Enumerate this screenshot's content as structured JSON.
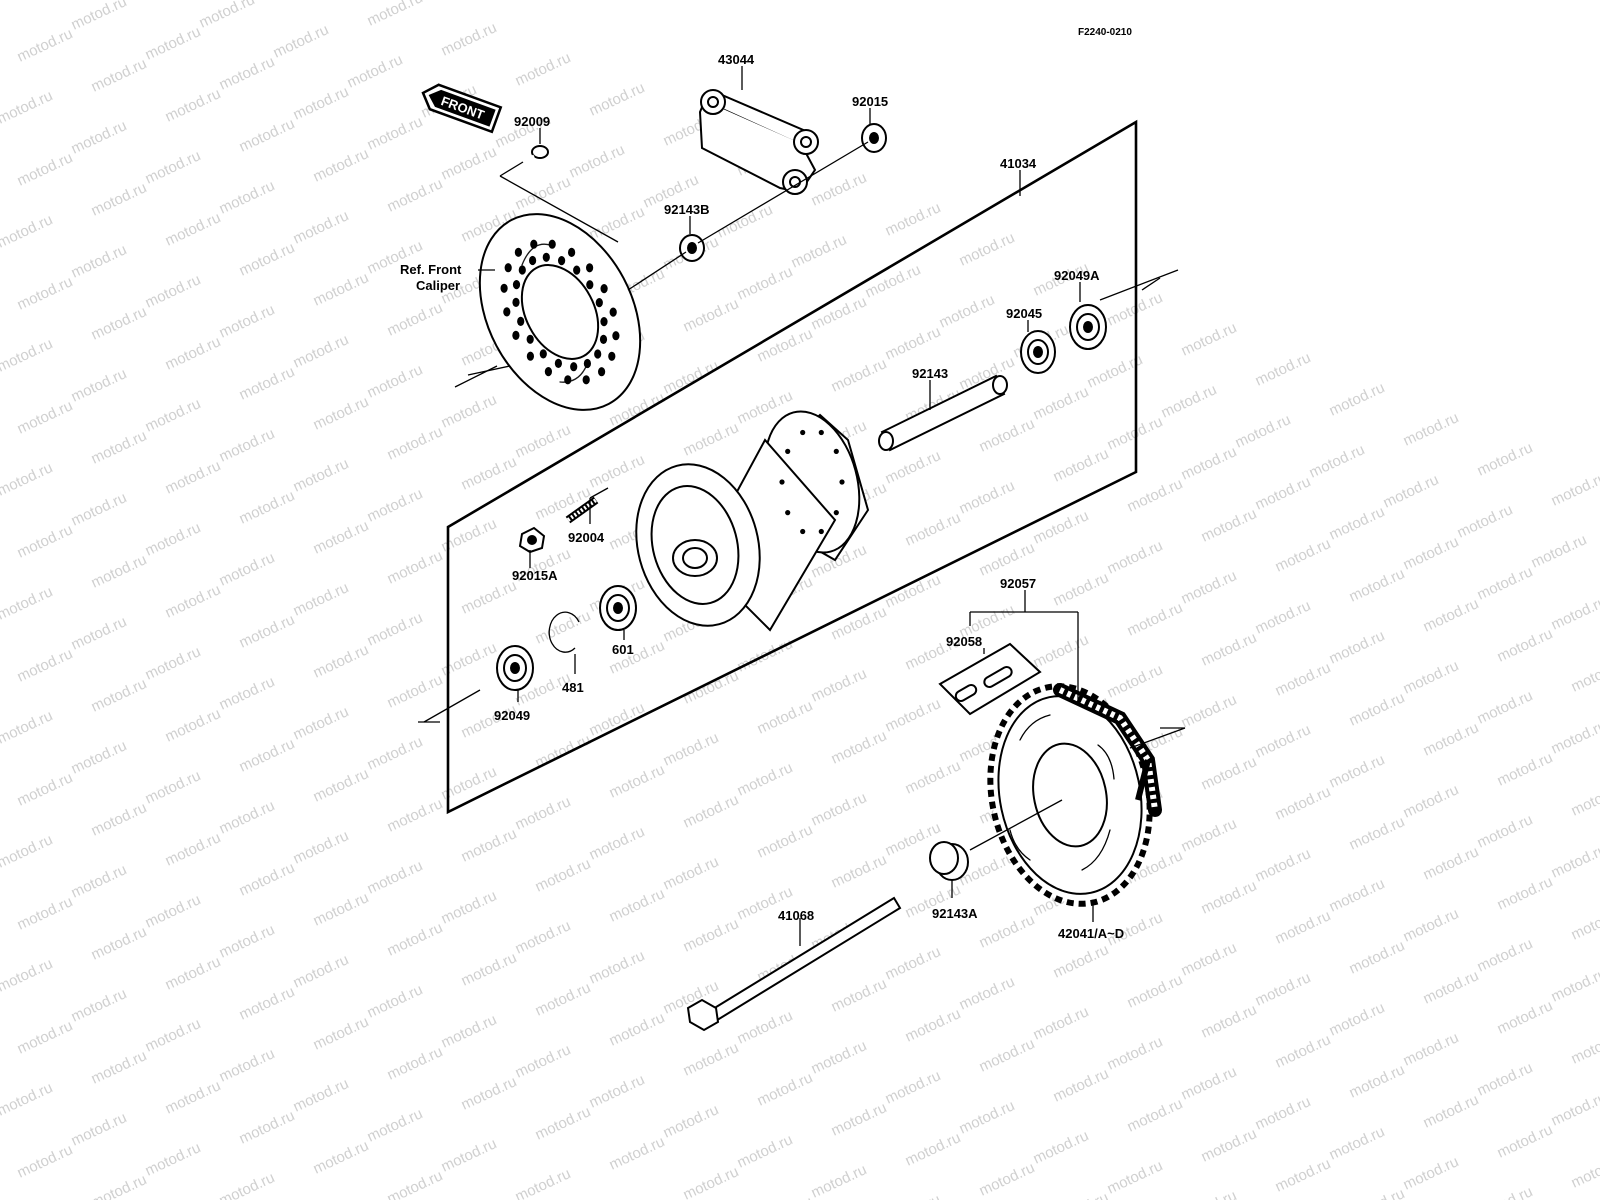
{
  "drawing_code": "F2240-0210",
  "front_label": "FRONT",
  "watermark_text": "motod.ru",
  "parts": [
    {
      "id": "43044",
      "label": "43044"
    },
    {
      "id": "92015",
      "label": "92015"
    },
    {
      "id": "92009",
      "label": "92009"
    },
    {
      "id": "92143B",
      "label": "92143B"
    },
    {
      "id": "41034",
      "label": "41034"
    },
    {
      "id": "ref-front-caliper-1",
      "label": "Ref. Front"
    },
    {
      "id": "ref-front-caliper-2",
      "label": "Caliper"
    },
    {
      "id": "92049A",
      "label": "92049A"
    },
    {
      "id": "92045",
      "label": "92045"
    },
    {
      "id": "92143",
      "label": "92143"
    },
    {
      "id": "92004",
      "label": "92004"
    },
    {
      "id": "92015A",
      "label": "92015A"
    },
    {
      "id": "601",
      "label": "601"
    },
    {
      "id": "481",
      "label": "481"
    },
    {
      "id": "92049",
      "label": "92049"
    },
    {
      "id": "92057",
      "label": "92057"
    },
    {
      "id": "92058",
      "label": "92058"
    },
    {
      "id": "92143A",
      "label": "92143A"
    },
    {
      "id": "42041",
      "label": "42041/A~D"
    },
    {
      "id": "41068",
      "label": "41068"
    }
  ]
}
